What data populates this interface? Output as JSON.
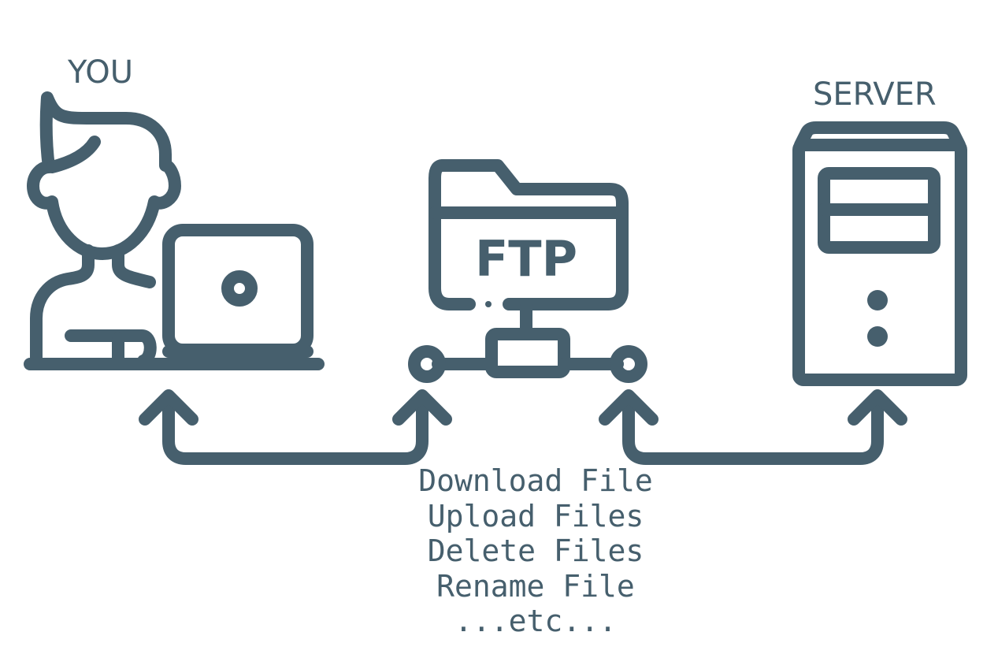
{
  "colors": {
    "ink": "#465f6d",
    "background": "#ffffff"
  },
  "labels": {
    "client": "YOU",
    "server": "SERVER",
    "folder": "FTP"
  },
  "operations": [
    "Download File",
    "Upload Files",
    "Delete Files",
    "Rename File",
    "...etc..."
  ],
  "icons": {
    "client": "person-with-laptop-icon",
    "protocol": "ftp-folder-network-icon",
    "server": "server-tower-icon",
    "arrows": "double-headed-arrow-icon"
  }
}
